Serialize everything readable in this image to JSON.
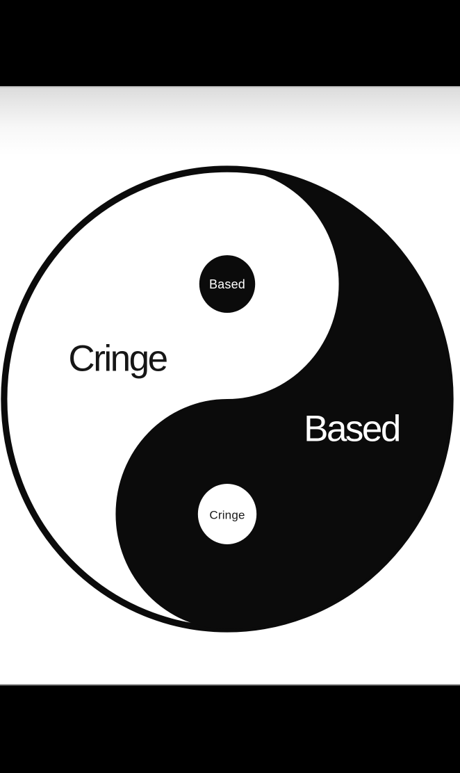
{
  "meme": {
    "symbol": "yin-yang",
    "big_left_label": "Cringe",
    "big_right_label": "Based",
    "upper_dot_label": "Based",
    "lower_dot_label": "Cringe"
  },
  "colors": {
    "yang_black": "#0b0b0b",
    "yin_white": "#ffffff",
    "letterbox": "#000000"
  }
}
